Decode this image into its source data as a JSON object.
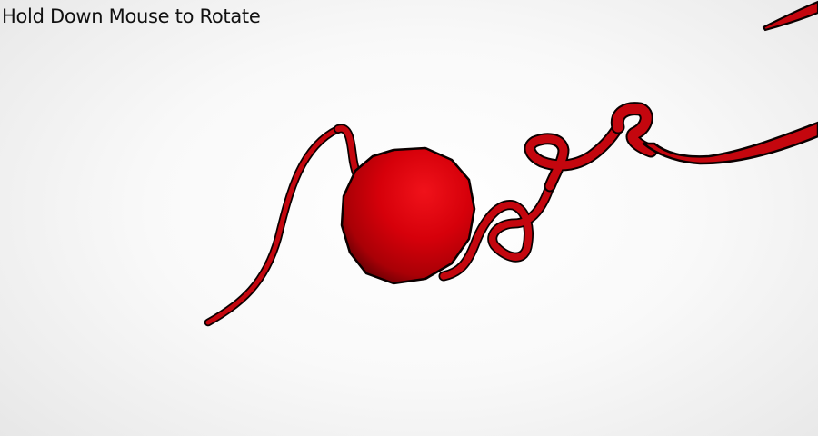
{
  "instruction": "Hold Down Mouse to Rotate",
  "colors": {
    "ribbon": "#c4060e",
    "sphere_light": "#f0121a",
    "sphere_mid": "#cf0008",
    "sphere_dark": "#5a0004",
    "outline": "#0b0000"
  },
  "scene": {
    "objects": [
      "ribbon",
      "sphere"
    ],
    "interaction": "rotate-on-mouse-drag"
  }
}
